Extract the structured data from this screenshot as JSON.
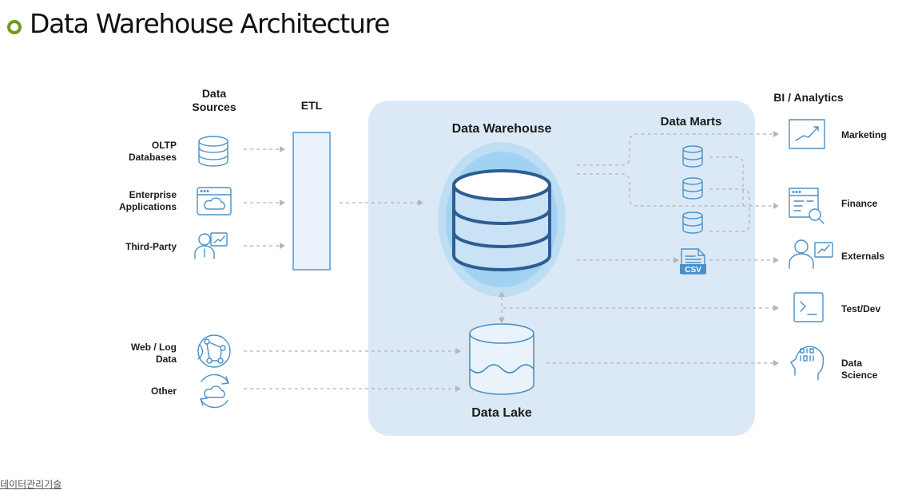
{
  "page": {
    "title": "Data Warehouse Architecture",
    "footer_link": "데이터관리기술"
  },
  "headers": {
    "sources_1": "Data",
    "sources_2": "Sources",
    "etl": "ETL",
    "warehouse": "Data Warehouse",
    "marts": "Data Marts",
    "bi": "BI / Analytics",
    "lake": "Data Lake"
  },
  "sources": [
    {
      "line1": "OLTP",
      "line2": "Databases",
      "icon": "database-icon"
    },
    {
      "line1": "Enterprise",
      "line2": "Applications",
      "icon": "cloud-window-icon"
    },
    {
      "line1": "Third-Party",
      "line2": "",
      "icon": "presenter-icon"
    },
    {
      "line1": "Web / Log",
      "line2": "Data",
      "icon": "network-globe-icon"
    },
    {
      "line1": "Other",
      "line2": "",
      "icon": "cloud-sync-icon"
    }
  ],
  "analytics": [
    {
      "line1": "Marketing",
      "line2": "",
      "icon": "line-chart-icon"
    },
    {
      "line1": "Finance",
      "line2": "",
      "icon": "report-search-icon"
    },
    {
      "line1": "Externals",
      "line2": "",
      "icon": "presenter-icon"
    },
    {
      "line1": "Test/Dev",
      "line2": "",
      "icon": "terminal-icon"
    },
    {
      "line1": "Data",
      "line2": "Science",
      "icon": "ai-head-icon"
    }
  ],
  "csv_label": "CSV",
  "colors": {
    "accent": "#4a90c8",
    "panel": "#dbe9f6",
    "bullet": "#6f9a1e",
    "connector": "#b5b5b5"
  }
}
